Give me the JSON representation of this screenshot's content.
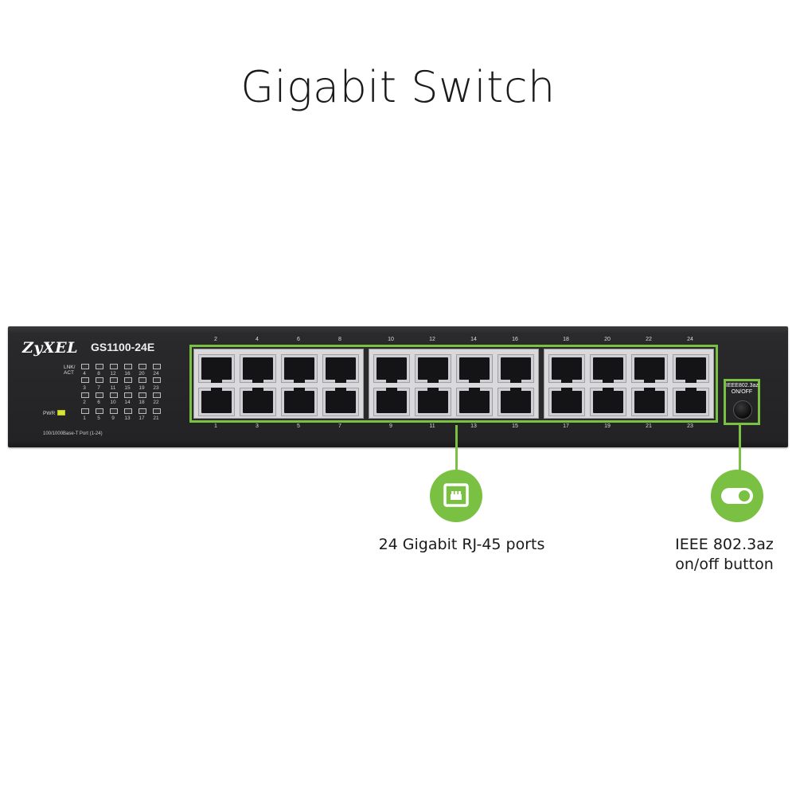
{
  "title": "Gigabit Switch",
  "device": {
    "brand": "ZyXEL",
    "model": "GS1100-24E",
    "led_header": [
      "LNK/",
      "ACT"
    ],
    "led_top_numbers": [
      "4",
      "8",
      "12",
      "16",
      "20",
      "24"
    ],
    "led_row2_numbers": [
      "3",
      "7",
      "11",
      "15",
      "19",
      "23"
    ],
    "led_row3_numbers": [
      "2",
      "6",
      "10",
      "14",
      "18",
      "22"
    ],
    "led_row4_numbers": [
      "1",
      "5",
      "9",
      "13",
      "17",
      "21"
    ],
    "pwr_label": "PWR",
    "port_note": "100/1000Base-T Port (1-24)",
    "top_port_numbers": [
      "2",
      "4",
      "6",
      "8",
      "10",
      "12",
      "14",
      "16",
      "18",
      "20",
      "22",
      "24"
    ],
    "bottom_port_numbers": [
      "1",
      "3",
      "5",
      "7",
      "9",
      "11",
      "13",
      "15",
      "17",
      "19",
      "21",
      "23"
    ],
    "eee_label_line1": "IEEE802.3az",
    "eee_label_line2": "ON/OFF"
  },
  "callouts": {
    "ports": "24 Gigabit RJ-45 ports",
    "eee_line1": "IEEE 802.3az",
    "eee_line2": "on/off button"
  },
  "colors": {
    "accent": "#7ac143",
    "chassis": "#262628"
  },
  "icons": {
    "ports": "ethernet-port-icon",
    "eee": "toggle-switch-icon"
  }
}
